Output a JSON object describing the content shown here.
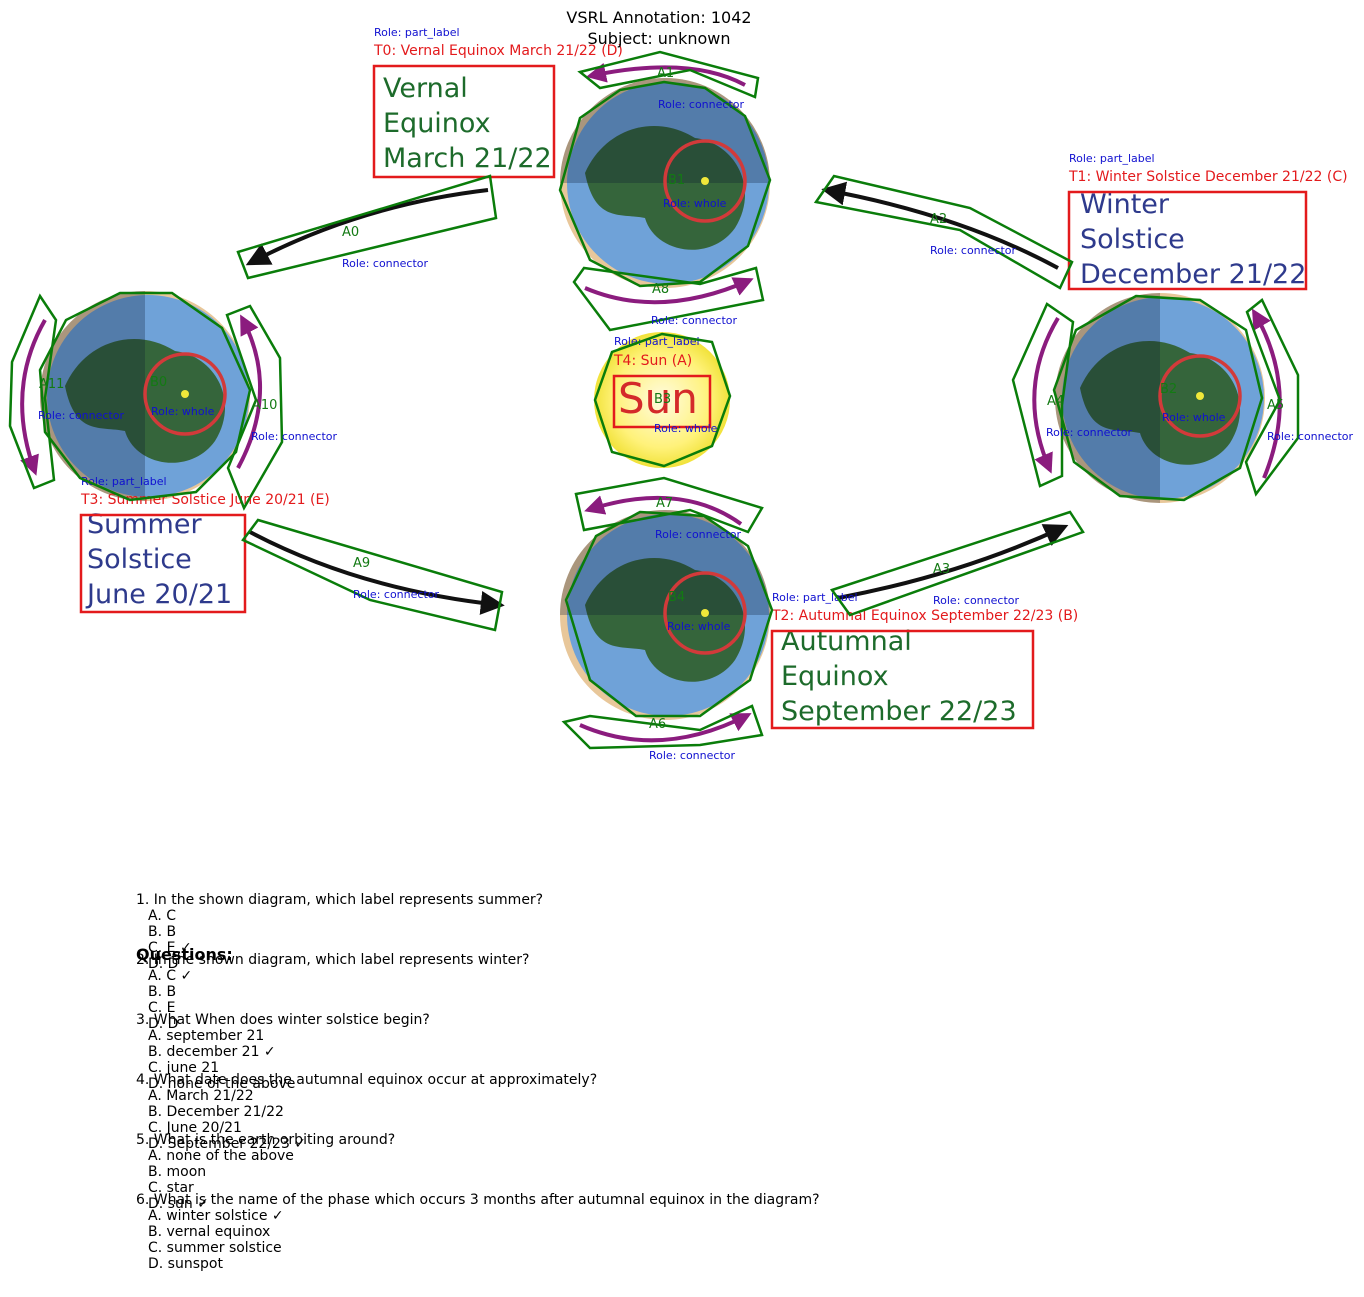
{
  "header": {
    "title": "VSRL Annotation: 1042",
    "subject": "Subject: unknown"
  },
  "colors": {
    "label_box": "#e31a1c",
    "polygon": "#0a7d0a",
    "role_text": "#1010d0",
    "green_text": "#137a13",
    "arrow_purple": "#8b1c7e",
    "ocean": "#6fa2d8",
    "land": "#2f5e2a",
    "sun": "#f1e23a"
  },
  "labels": [
    {
      "id": "T0",
      "role": "Role: part_label",
      "title": "T0: Vernal Equinox March 21/22 (D)",
      "lines": [
        "Vernal",
        "Equinox",
        "March 21/22"
      ],
      "ink": "#1d6b2b"
    },
    {
      "id": "T1",
      "role": "Role: part_label",
      "title": "T1: Winter Solstice December 21/22 (C)",
      "lines": [
        "Winter",
        "Solstice",
        "December 21/22"
      ],
      "ink": "#2e3a8c"
    },
    {
      "id": "T2",
      "role": "Role: part_label",
      "title": "T2: Autumnal Equinox September 22/23 (B)",
      "lines": [
        "Autumnal",
        "Equinox",
        "September 22/23"
      ],
      "ink": "#1d6b2b"
    },
    {
      "id": "T3",
      "role": "Role: part_label",
      "title": "T3: Summer Solstice June 20/21 (E)",
      "lines": [
        "Summer",
        "Solstice",
        "June 20/21"
      ],
      "ink": "#2e3a8c"
    },
    {
      "id": "T4",
      "role": "Role: part_label",
      "title": "T4: Sun (A)",
      "lines": [
        "Sun"
      ],
      "ink": "#d42a2a"
    }
  ],
  "blobs": [
    {
      "id": "B0",
      "role": "Role: whole"
    },
    {
      "id": "B1",
      "role": "Role: whole"
    },
    {
      "id": "B2",
      "role": "Role: whole"
    },
    {
      "id": "B3",
      "role": "Role: whole"
    },
    {
      "id": "B4",
      "role": "Role: whole"
    }
  ],
  "arrows": [
    {
      "id": "A0",
      "role": "Role: connector"
    },
    {
      "id": "A1",
      "role": "Role: connector"
    },
    {
      "id": "A2",
      "role": "Role: connector"
    },
    {
      "id": "A3",
      "role": "Role: connector"
    },
    {
      "id": "A4",
      "role": "Role: connector"
    },
    {
      "id": "A5",
      "role": "Role: connector"
    },
    {
      "id": "A6",
      "role": "Role: connector"
    },
    {
      "id": "A7",
      "role": "Role: connector"
    },
    {
      "id": "A8",
      "role": "Role: connector"
    },
    {
      "id": "A9",
      "role": "Role: connector"
    },
    {
      "id": "A10",
      "role": "Role: connector"
    },
    {
      "id": "A11",
      "role": "Role: connector"
    }
  ],
  "questions_heading": "Questions:",
  "questions": [
    {
      "q": "1. In the shown diagram, which label represents summer?",
      "options": [
        "A. C",
        "B. B",
        "C. E ✓",
        "D. D"
      ]
    },
    {
      "q": "2. In the shown diagram, which label represents winter?",
      "options": [
        "A. C ✓",
        "B. B",
        "C. E",
        "D. D"
      ]
    },
    {
      "q": "3. What When does winter solstice begin?",
      "options": [
        "A. september 21",
        "B. december 21 ✓",
        "C. june 21",
        "D. none of the above"
      ]
    },
    {
      "q": "4. What date does the autumnal equinox occur at approximately?",
      "options": [
        "A. March 21/22",
        "B. December 21/22",
        "C. June 20/21",
        "D. September 22/23 ✓"
      ]
    },
    {
      "q": "5. What is the earth orbiting around?",
      "options": [
        "A. none of the above",
        "B. moon",
        "C. star",
        "D. sun ✓"
      ]
    },
    {
      "q": "6. What is the name of the phase which occurs 3 months after autumnal equinox in the diagram?",
      "options": [
        "A. winter solstice ✓",
        "B. vernal equinox",
        "C. summer solstice",
        "D. sunspot"
      ]
    }
  ]
}
